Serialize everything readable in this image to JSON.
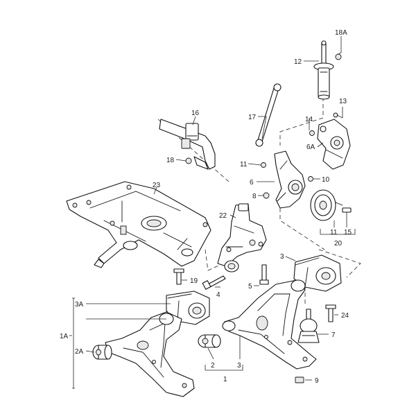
{
  "callouts": [
    {
      "id": "18A",
      "label": "18A"
    },
    {
      "id": "12",
      "label": "12"
    },
    {
      "id": "13",
      "label": "13"
    },
    {
      "id": "14",
      "label": "14"
    },
    {
      "id": "6A",
      "label": "6A"
    },
    {
      "id": "16",
      "label": "16"
    },
    {
      "id": "17",
      "label": "17"
    },
    {
      "id": "18",
      "label": "18"
    },
    {
      "id": "11a",
      "label": "11"
    },
    {
      "id": "10",
      "label": "10"
    },
    {
      "id": "6",
      "label": "6"
    },
    {
      "id": "8",
      "label": "8"
    },
    {
      "id": "23",
      "label": "23"
    },
    {
      "id": "22",
      "label": "22"
    },
    {
      "id": "11b",
      "label": "11"
    },
    {
      "id": "15",
      "label": "15"
    },
    {
      "id": "20",
      "label": "20"
    },
    {
      "id": "3",
      "label": "3"
    },
    {
      "id": "19",
      "label": "19"
    },
    {
      "id": "5",
      "label": "5"
    },
    {
      "id": "4",
      "label": "4"
    },
    {
      "id": "3A",
      "label": "3A"
    },
    {
      "id": "24",
      "label": "24"
    },
    {
      "id": "1A",
      "label": "1A"
    },
    {
      "id": "7",
      "label": "7"
    },
    {
      "id": "2A",
      "label": "2A"
    },
    {
      "id": "2",
      "label": "2"
    },
    {
      "id": "3b",
      "label": "3"
    },
    {
      "id": "9",
      "label": "9"
    },
    {
      "id": "1",
      "label": "1"
    }
  ]
}
